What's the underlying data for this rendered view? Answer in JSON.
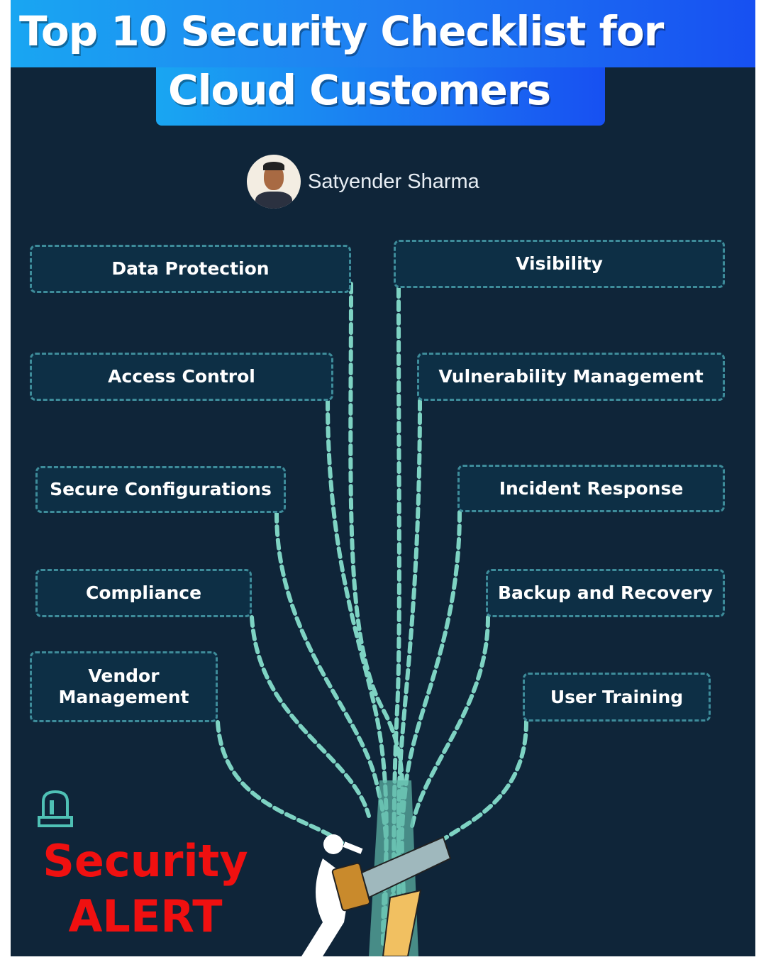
{
  "title": {
    "line1": "Top 10 Security Checklist  for",
    "line2": "Cloud Customers"
  },
  "author": {
    "name": "Satyender Sharma"
  },
  "items": [
    {
      "label": "Data Protection"
    },
    {
      "label": "Visibility"
    },
    {
      "label": "Access Control"
    },
    {
      "label": "Vulnerability Management"
    },
    {
      "label": "Secure Configurations"
    },
    {
      "label": "Incident Response"
    },
    {
      "label": "Compliance"
    },
    {
      "label": "Backup and Recovery"
    },
    {
      "label": "Vendor Management"
    },
    {
      "label": "User Training"
    }
  ],
  "alert": {
    "line1": "Security",
    "line2": "ALERT"
  },
  "colors": {
    "background": "#0f2539",
    "accent": "#7ed3c3",
    "alert": "#f01010",
    "banner": "#1a8ef2"
  }
}
